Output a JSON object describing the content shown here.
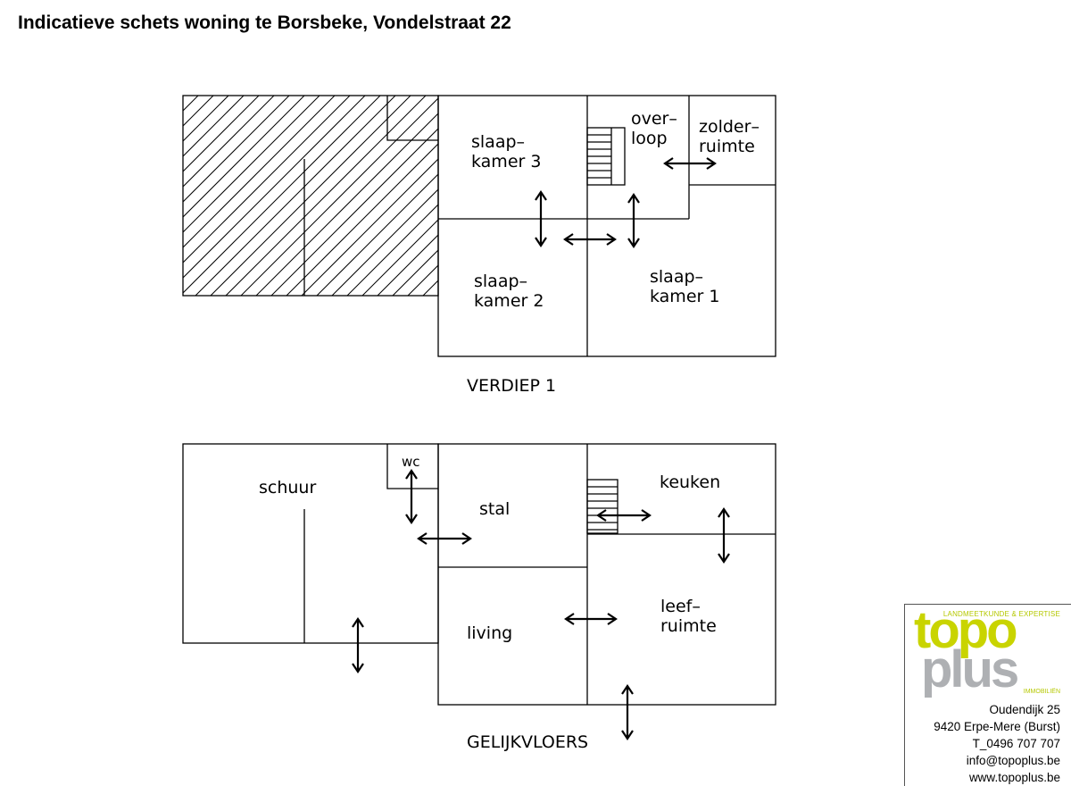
{
  "title": "Indicatieve schets woning te Borsbeke, Vondelstraat 22",
  "floors": [
    {
      "name": "VERDIEP 1",
      "rooms": [
        "slaap–\nkamer 3",
        "over–\nloop",
        "zolder–\nruimte",
        "slaap–\nkamer 2",
        "slaap–\nkamer 1"
      ]
    },
    {
      "name": "GELIJKVLOERS",
      "rooms": [
        "schuur",
        "wc",
        "stal",
        "keuken",
        "living",
        "leef–\nruimte"
      ]
    }
  ],
  "logo": {
    "tagline": "LANDMEETKUNDE & EXPERTISE",
    "word1": "topo",
    "word2": "plus",
    "sub": "IMMOBILIËN",
    "accent_color": "#c9d400",
    "grey_color": "#aeb0b3"
  },
  "contact": {
    "street": "Oudendijk 25",
    "city": "9420 Erpe-Mere (Burst)",
    "phone": "T_0496 707 707",
    "email": "info@topoplus.be",
    "web": "www.topoplus.be"
  }
}
